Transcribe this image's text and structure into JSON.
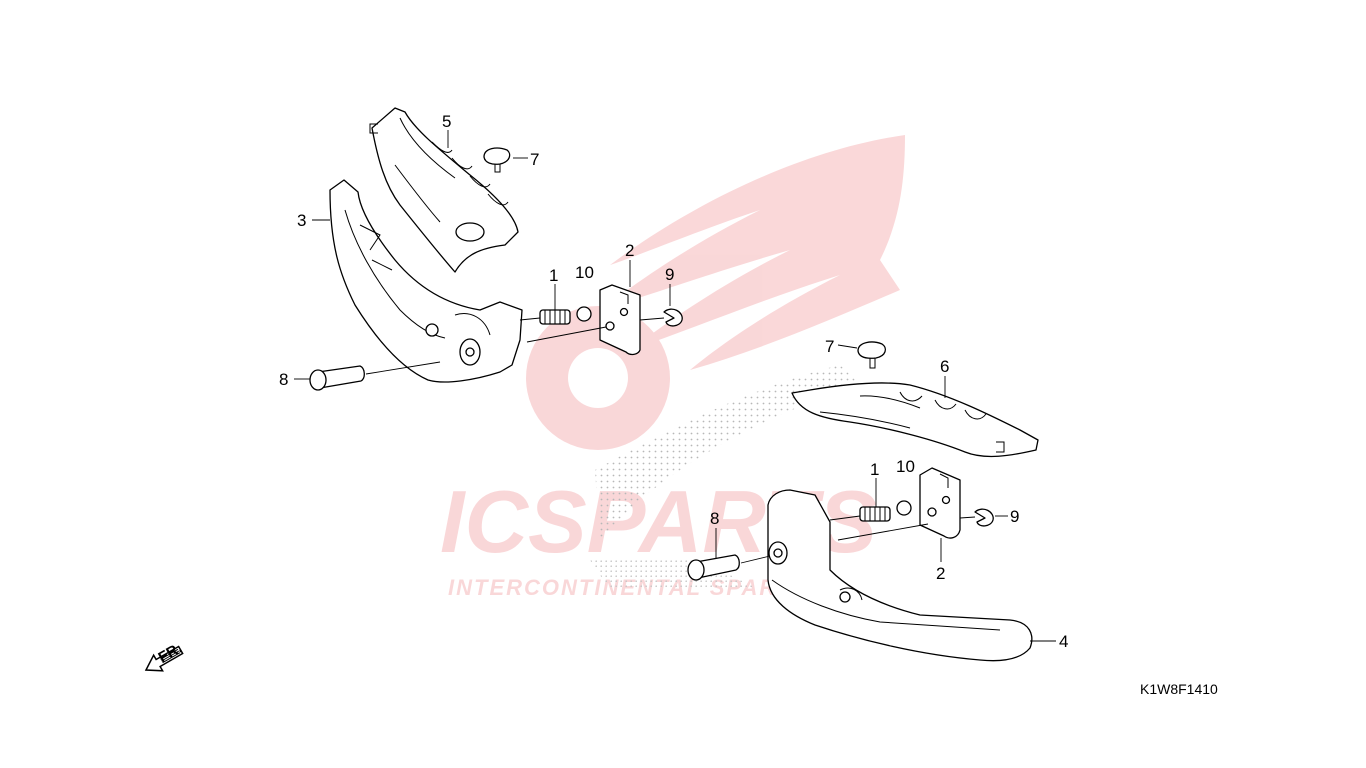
{
  "watermark": {
    "brand": "ICSPARTS",
    "tagline": "INTERCONTINENTAL SPARTS",
    "color": "#e3262f"
  },
  "callouts": [
    {
      "id": "c-5-upper",
      "label": "5"
    },
    {
      "id": "c-7-upper",
      "label": "7"
    },
    {
      "id": "c-3",
      "label": "3"
    },
    {
      "id": "c-2-upper",
      "label": "2"
    },
    {
      "id": "c-1-upper",
      "label": "1"
    },
    {
      "id": "c-10-upper",
      "label": "10"
    },
    {
      "id": "c-9-upper",
      "label": "9"
    },
    {
      "id": "c-8-upper",
      "label": "8"
    },
    {
      "id": "c-7-lower",
      "label": "7"
    },
    {
      "id": "c-6",
      "label": "6"
    },
    {
      "id": "c-1-lower",
      "label": "1"
    },
    {
      "id": "c-10-lower",
      "label": "10"
    },
    {
      "id": "c-9-lower",
      "label": "9"
    },
    {
      "id": "c-8-lower",
      "label": "8"
    },
    {
      "id": "c-2-lower",
      "label": "2"
    },
    {
      "id": "c-4",
      "label": "4"
    }
  ],
  "direction": {
    "label": "FR.",
    "icon": "front-arrow-icon"
  },
  "diagram_code": "K1W8F1410"
}
